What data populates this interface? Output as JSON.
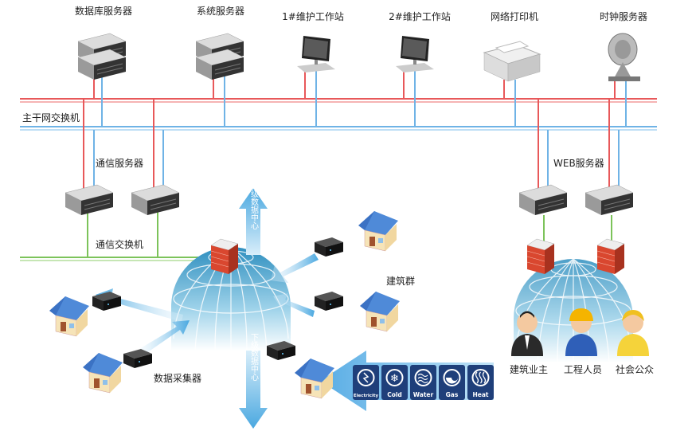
{
  "top_devices": [
    {
      "label": "数据库服务器",
      "icon": "database-server-icon"
    },
    {
      "label": "系统服务器",
      "icon": "system-server-icon"
    },
    {
      "label": "1#维护工作站",
      "icon": "workstation-icon"
    },
    {
      "label": "2#维护工作站",
      "icon": "workstation-icon"
    },
    {
      "label": "网络打印机",
      "icon": "printer-icon"
    },
    {
      "label": "时钟服务器",
      "icon": "clock-server-icon"
    }
  ],
  "backbone": {
    "label": "主干网交换机",
    "colors": {
      "red": "#e8585a",
      "blue": "#6fb3e6",
      "green": "#7cc35a"
    }
  },
  "comm_servers": {
    "label": "通信服务器"
  },
  "comm_switch": {
    "label": "通信交换机"
  },
  "web_servers": {
    "label": "WEB服务器"
  },
  "upper_arrow": {
    "label": "上级数据中心"
  },
  "lower_arrow": {
    "label": "下级数据中心"
  },
  "building_group": {
    "label": "建筑群"
  },
  "collector": {
    "label": "数据采集器"
  },
  "utilities": [
    {
      "label": "Electricity",
      "icon": "electricity-icon"
    },
    {
      "label": "Cold",
      "icon": "snowflake-icon"
    },
    {
      "label": "Water",
      "icon": "water-icon"
    },
    {
      "label": "Gas",
      "icon": "gas-icon"
    },
    {
      "label": "Heat",
      "icon": "heat-icon"
    }
  ],
  "users": [
    {
      "label": "建筑业主",
      "icon": "owner-avatar-icon"
    },
    {
      "label": "工程人员",
      "icon": "engineer-avatar-icon"
    },
    {
      "label": "社会公众",
      "icon": "public-avatar-icon"
    }
  ],
  "utility_panel_color": "#1f3f7a"
}
